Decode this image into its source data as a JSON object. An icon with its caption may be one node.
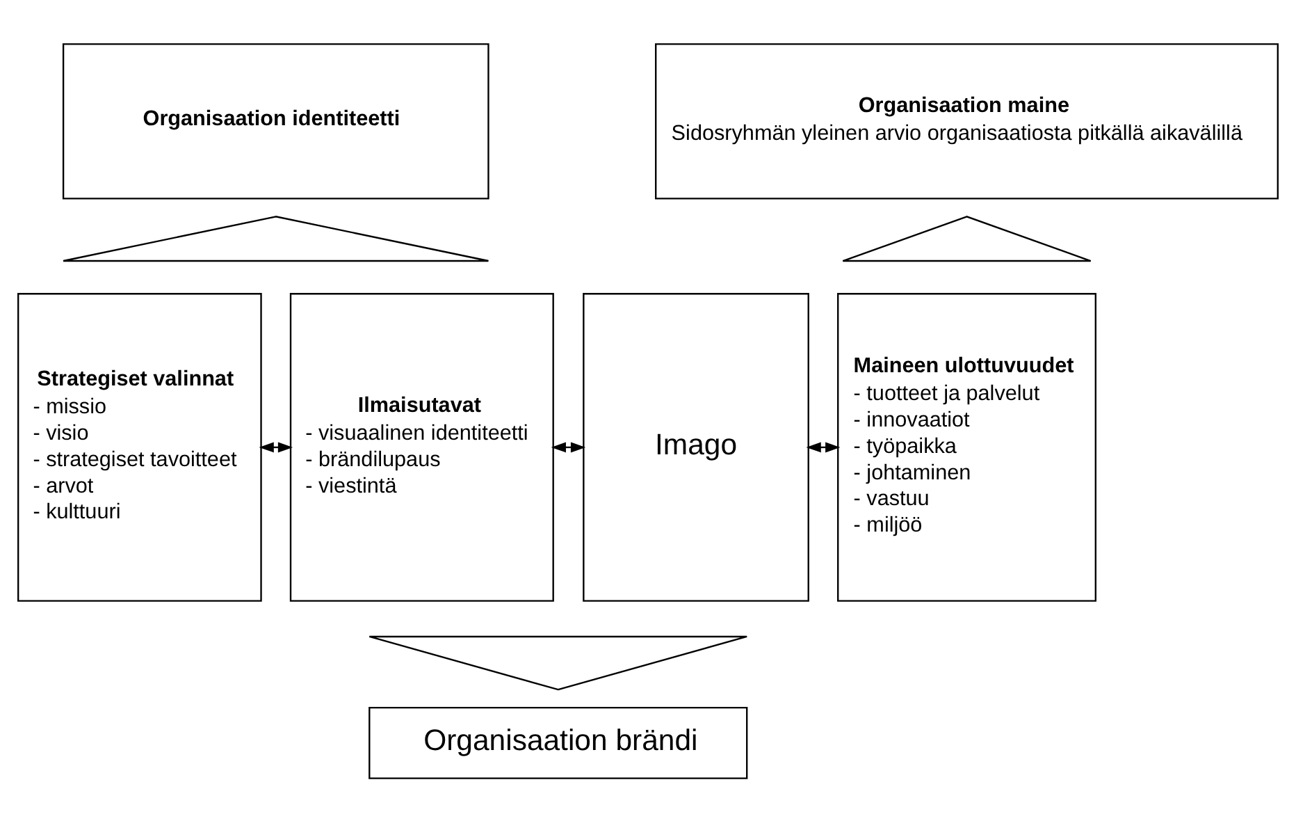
{
  "diagram": {
    "nodes": [
      {
        "text": [
          "Organisaation identiteetti"
        ]
      },
      {
        "text": [
          "Organisaation maine",
          "Sidosryhmän yleinen arvio organisaatiosta pitkällä aikavälillä"
        ]
      },
      {
        "text": [],
        "shape": "triangle"
      },
      {
        "text": [],
        "shape": "triangle"
      },
      {
        "text": [
          "Strategiset valinnat",
          "- missio",
          "- visio",
          "- strategiset tavoitteet",
          "- arvot",
          "- kulttuuri"
        ]
      },
      {
        "text": [
          "Ilmaisutavat",
          "- visuaalinen identiteetti",
          "- brändilupaus",
          "- viestintä"
        ]
      },
      {
        "text": [
          "Imago"
        ]
      },
      {
        "text": [
          "Maineen ulottuvuudet",
          "- tuotteet ja palvelut",
          "- innovaatiot",
          "- työpaikka",
          "- johtaminen",
          "- vastuu",
          "- miljöö"
        ]
      },
      {
        "text": [],
        "shape": "triangle"
      },
      {
        "text": [
          "Organisaation brändi"
        ]
      }
    ],
    "edges": [
      {
        "from": 4,
        "to": 5,
        "arrow": "both"
      },
      {
        "from": 5,
        "to": 6,
        "arrow": "both"
      },
      {
        "from": 6,
        "to": 7,
        "arrow": "both"
      }
    ]
  }
}
